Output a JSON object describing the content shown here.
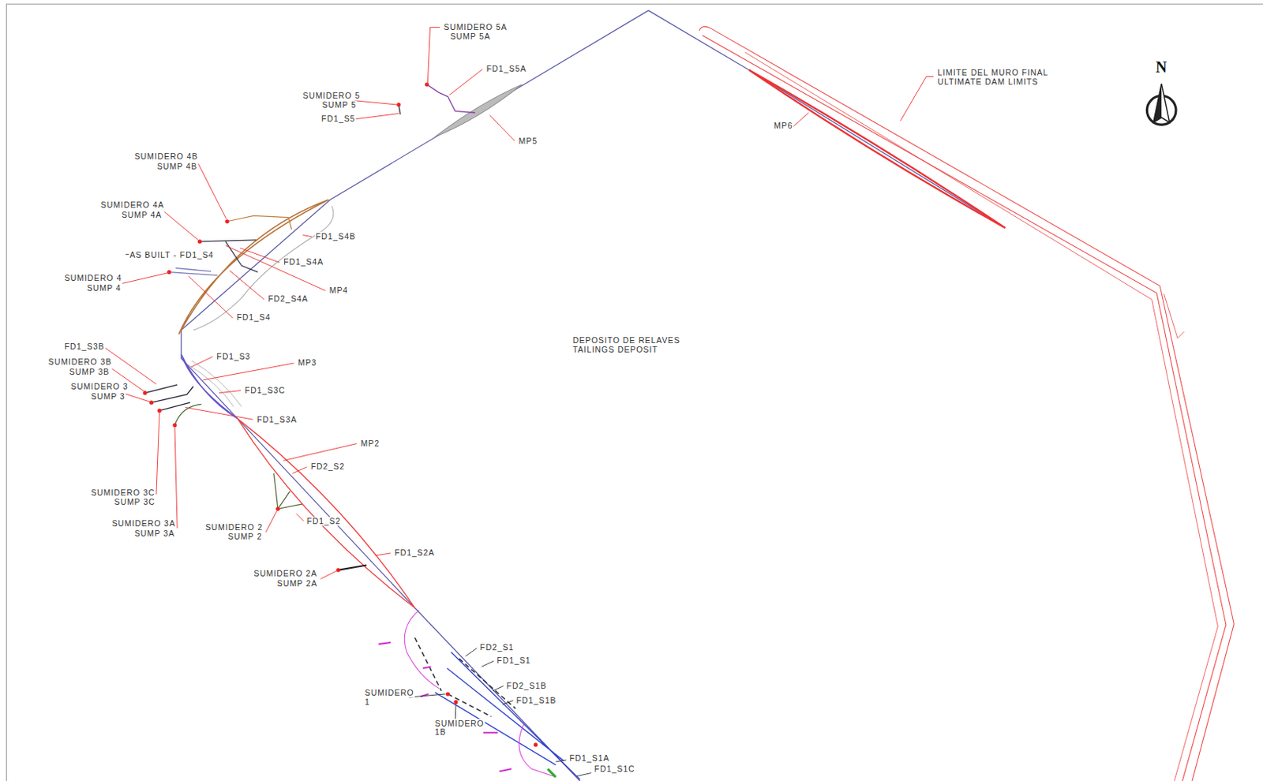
{
  "diagram": {
    "labels": [
      "SUMIDERO 5A",
      "SUMP 5A",
      "FD1_S5A",
      "SUMIDERO 5",
      "SUMP 5",
      "FD1_S5",
      "MP5",
      "N",
      "LIMITE DEL MURO FINAL",
      "ULTIMATE DAM LIMITS",
      "MP6",
      "SUMIDERO 4B",
      "SUMP 4B",
      "SUMIDERO 4A",
      "SUMP 4A",
      "FD1_S4B",
      "AS BUILT - FD1_S4",
      "FD1_S4A",
      "SUMIDERO 4",
      "SUMP 4",
      "MP4",
      "FD2_S4A",
      "FD1_S4",
      "DEPOSITO DE RELAVES",
      "TAILINGS DEPOSIT",
      "FD1_S3B",
      "FD1_S3",
      "SUMIDERO 3B",
      "SUMP 3B",
      "MP3",
      "SUMIDERO 3",
      "SUMP 3",
      "FD1_S3C",
      "FD1_S3A",
      "MP2",
      "FD2_S2",
      "SUMIDERO 3C",
      "SUMP 3C",
      "FD1_S2",
      "SUMIDERO 3A",
      "SUMP 3A",
      "SUMIDERO 2",
      "SUMP 2",
      "FD1_S2A",
      "SUMIDERO 2A",
      "SUMP 2A",
      "FD2_S1",
      "FD1_S1",
      "FD2_S1B",
      "SUMIDERO",
      "1",
      "FD1_S1B",
      "SUMIDERO",
      "1B",
      "FD1_S1A",
      "FD1_S1C"
    ]
  }
}
